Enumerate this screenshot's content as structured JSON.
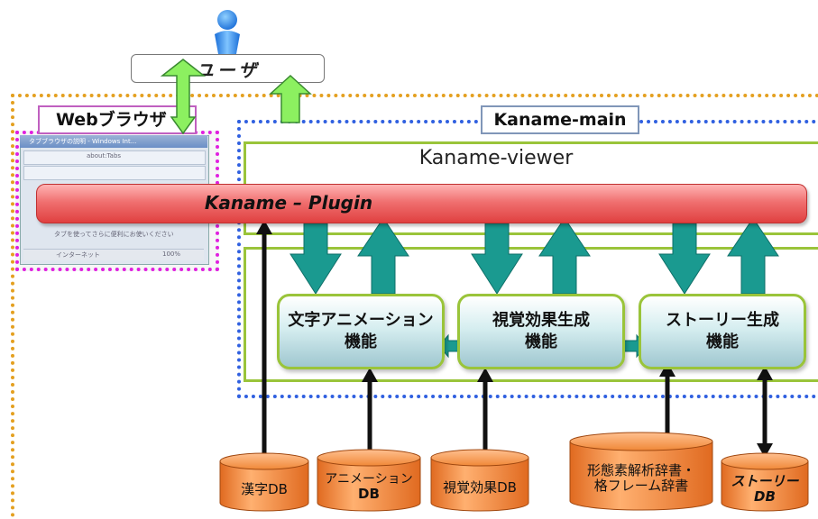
{
  "user": {
    "label": "ユーザ",
    "icon": "user-icon"
  },
  "browser": {
    "label": "Webブラウザ",
    "window_title": "タブブラウザの説明 - Windows Int...",
    "address": "about:Tabs",
    "tab_hint": "タブを使ってさらに便利にお使いください",
    "status": "インターネット",
    "zoom": "100%"
  },
  "main": {
    "label": "Kaname-main"
  },
  "viewer": {
    "label": "Kaname-viewer"
  },
  "plugin": {
    "label": "Kaname – Plugin"
  },
  "functions": [
    {
      "line1": "文字アニメーション",
      "line2": "機能"
    },
    {
      "line1": "視覚効果生成",
      "line2": "機能"
    },
    {
      "line1": "ストーリー生成",
      "line2": "機能"
    }
  ],
  "databases": [
    {
      "line1": "漢字DB",
      "line2": ""
    },
    {
      "line1": "アニメーション",
      "line2": "DB"
    },
    {
      "line1": "視覚効果DB",
      "line2": ""
    },
    {
      "line1": "形態素解析辞書・",
      "line2": "格フレーム辞書"
    },
    {
      "line1": "ストーリー",
      "line2": "DB"
    }
  ],
  "colors": {
    "outer_border": "#e4a020",
    "browser_border": "#e020e0",
    "main_border": "#3060e0",
    "box_border": "#9ac43a",
    "plugin_fill": "#f07070",
    "teal_arrow": "#1a9a90",
    "green_arrow": "#8cf060",
    "db_fill": "#f08838"
  }
}
